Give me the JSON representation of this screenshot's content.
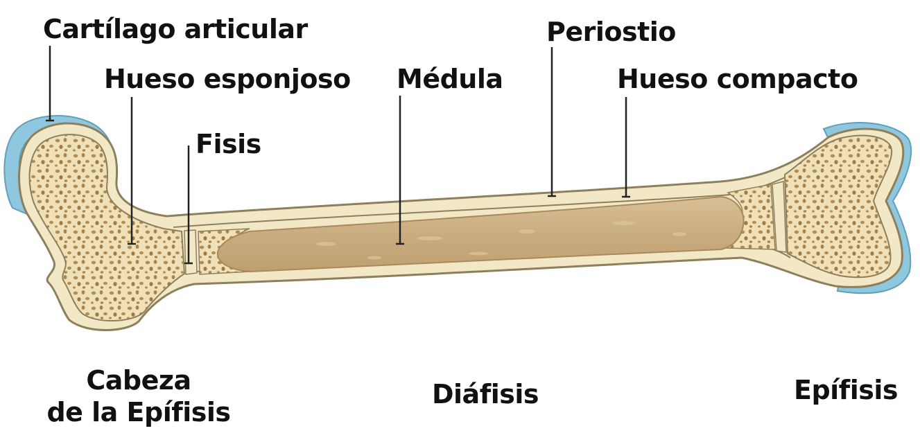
{
  "labels": {
    "cartilago": "Cartílago articular",
    "esponjoso": "Hueso esponjoso",
    "fisis": "Fisis",
    "medula": "Médula",
    "periostio": "Periostio",
    "compacto": "Hueso compacto"
  },
  "regions": {
    "cabeza_line1": "Cabeza",
    "cabeza_line2": "de la Epífisis",
    "diafisis": "Diáfisis",
    "epifisis": "Epífisis"
  },
  "colors": {
    "cartilage": "#8fc8de",
    "bone_outer": "#f3e8c6",
    "bone_outline": "#8e7f5c",
    "spongy_fill": "#efe0b8",
    "spongy_dots": "#b08d55",
    "marrow": "#c9ad80",
    "leader_line": "#222222"
  }
}
